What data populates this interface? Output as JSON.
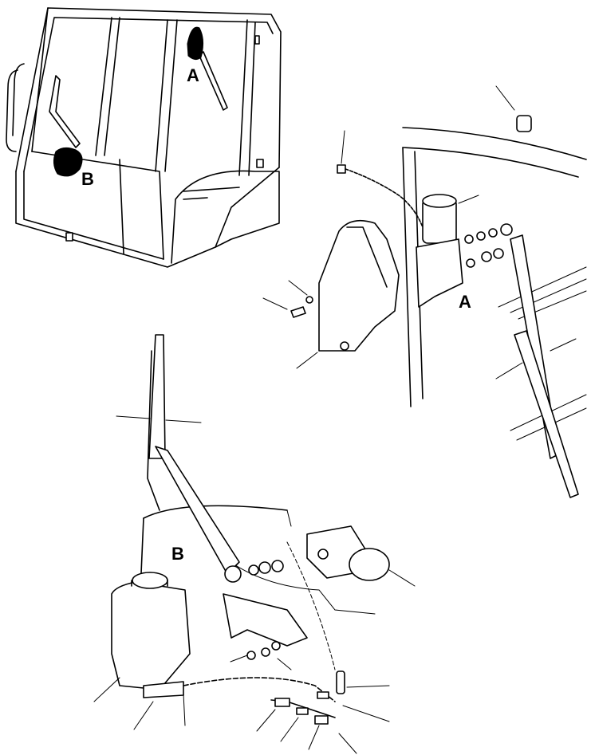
{
  "callouts": {
    "detail_a_in_cab": "A",
    "detail_b_in_cab": "B",
    "detail_a_view": "A",
    "detail_b_view": "B"
  },
  "icons": [
    "cab-icon",
    "wiper-motor-icon",
    "washer-reservoir-icon",
    "wiper-blade-icon",
    "cover-icon"
  ]
}
